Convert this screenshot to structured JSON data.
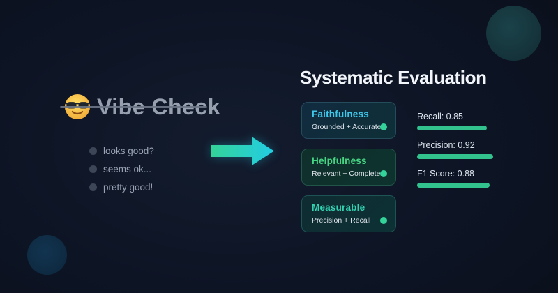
{
  "left": {
    "title": "Vibe Check",
    "emoji": "smiling-face-with-sunglasses",
    "items": [
      {
        "label": "looks good?"
      },
      {
        "label": "seems ok..."
      },
      {
        "label": "pretty good!"
      }
    ]
  },
  "right": {
    "title": "Systematic Evaluation",
    "cards": [
      {
        "title": "Faithfulness",
        "subtitle": "Grounded + Accurate",
        "accent": "#3ec7ea"
      },
      {
        "title": "Helpfulness",
        "subtitle": "Relevant + Complete",
        "accent": "#46d683"
      },
      {
        "title": "Measurable",
        "subtitle": "Precision + Recall",
        "accent": "#33d2b2"
      }
    ],
    "metrics": [
      {
        "label": "Recall: 0.85",
        "value": 0.85
      },
      {
        "label": "Precision: 0.92",
        "value": 0.92
      },
      {
        "label": "F1 Score: 0.88",
        "value": 0.88
      }
    ]
  },
  "colors": {
    "bar_green": "#32c28e",
    "dot_green": "#34d399",
    "arrow_start": "#34d399",
    "arrow_end": "#22cde4"
  }
}
